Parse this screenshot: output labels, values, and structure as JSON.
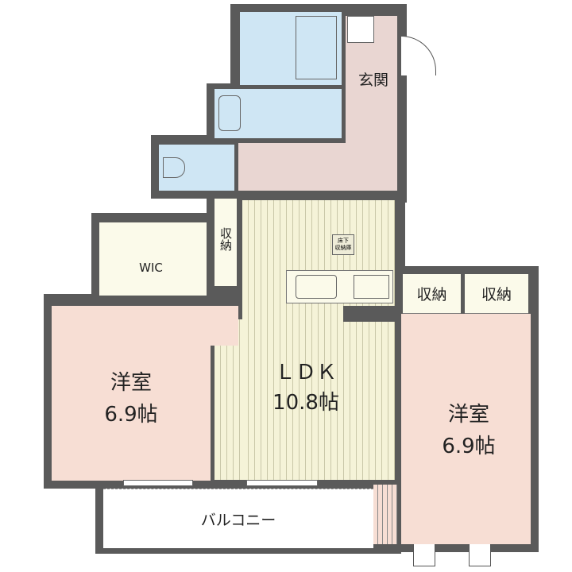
{
  "rooms": {
    "entrance": "玄関",
    "wic": "WIC",
    "storage_hall": "収納",
    "storage_hall_2": "納",
    "ldk_name": "ＬＤＫ",
    "ldk_size": "10.8帖",
    "left_room_name": "洋室",
    "left_room_size": "6.9帖",
    "right_room_name": "洋室",
    "right_room_size": "6.9帖",
    "storage_right_1": "収納",
    "storage_right_2": "収納",
    "balcony": "バルコニー",
    "floor_storage_1": "床下",
    "floor_storage_2": "収納庫"
  },
  "colors": {
    "wall": "#5a5a5a",
    "wet": "#cfe6f4",
    "hall": "#e9d6d2",
    "room": "#f7ded4",
    "ldk": "#f5f3d8"
  }
}
